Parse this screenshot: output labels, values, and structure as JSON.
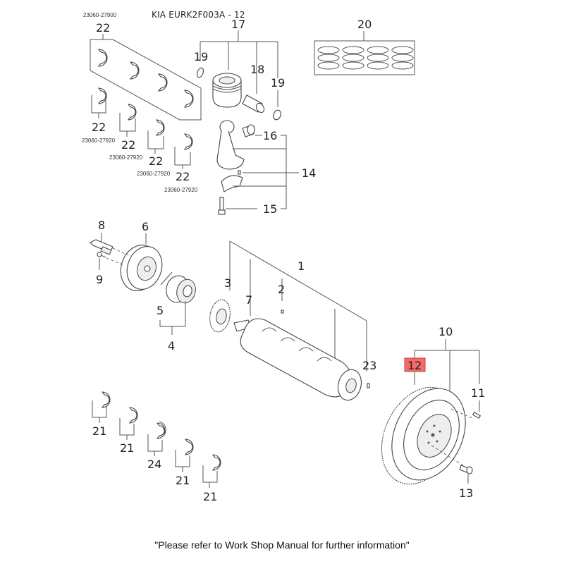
{
  "header": {
    "title": "KIA EURK2F003A - 12"
  },
  "footer": {
    "note": "\"Please refer to Work Shop Manual for further information\""
  },
  "highlight": {
    "part_number": "12",
    "color": "#f26b6b"
  },
  "callouts": {
    "c1": "1",
    "c2": "2",
    "c3": "3",
    "c4": "4",
    "c5": "5",
    "c6": "6",
    "c7": "7",
    "c8": "8",
    "c9": "9",
    "c10": "10",
    "c11": "11",
    "c12": "12",
    "c13": "13",
    "c14": "14",
    "c15": "15",
    "c16": "16",
    "c17": "17",
    "c18": "18",
    "c19a": "19",
    "c19b": "19",
    "c20": "20",
    "c21a": "21",
    "c21b": "21",
    "c21c": "21",
    "c21d": "21",
    "c22a": "22",
    "c22b": "22",
    "c22c": "22",
    "c22d": "22",
    "c22e": "22",
    "c23": "23",
    "c24": "24"
  },
  "part_numbers": {
    "p22a": "23060-27900",
    "p22b": "23060-27920",
    "p22c": "23060-27920",
    "p22d": "23060-27920",
    "p22e": "23060-27920"
  }
}
